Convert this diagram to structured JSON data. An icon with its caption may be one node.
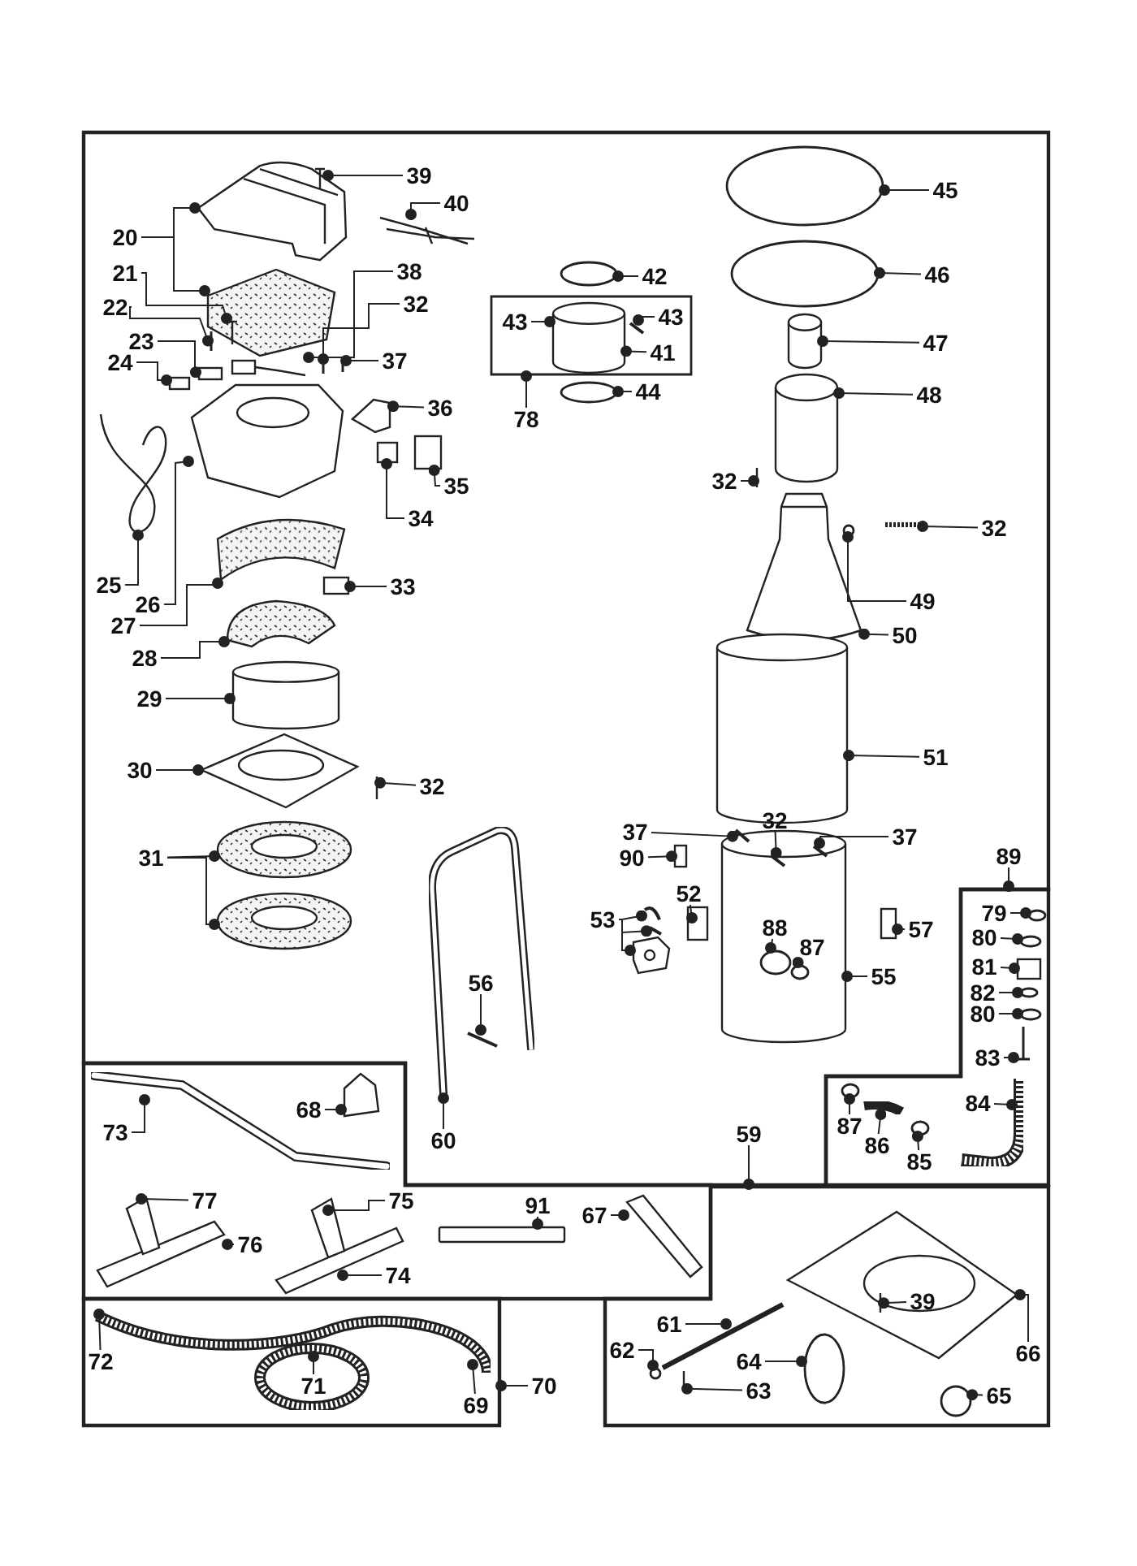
{
  "diagram": {
    "nodes": [
      {
        "text": [],
        "shape": "box"
      },
      {
        "text": [],
        "shape": "box",
        "in": 0
      },
      {
        "text": [],
        "shape": "box",
        "in": 0
      },
      {
        "text": [],
        "shape": "box"
      },
      {
        "text": [],
        "shape": "box"
      },
      {
        "text": [],
        "shape": "box"
      },
      {
        "text": [
          "39"
        ],
        "in": 0
      },
      {
        "text": [
          "40"
        ],
        "in": 0
      },
      {
        "text": [
          "20"
        ],
        "in": 0
      },
      {
        "text": [
          "21"
        ],
        "in": 0
      },
      {
        "text": [
          "38"
        ],
        "in": 0
      },
      {
        "text": [
          "22"
        ],
        "in": 0
      },
      {
        "text": [
          "32"
        ],
        "in": 0
      },
      {
        "text": [
          "23"
        ],
        "in": 0
      },
      {
        "text": [
          "37"
        ],
        "in": 0
      },
      {
        "text": [
          "24"
        ],
        "in": 0
      },
      {
        "text": [
          "36"
        ],
        "in": 0
      },
      {
        "text": [
          "35"
        ],
        "in": 0
      },
      {
        "text": [
          "34"
        ],
        "in": 0
      },
      {
        "text": [
          "25"
        ],
        "in": 0
      },
      {
        "text": [
          "33"
        ],
        "in": 0
      },
      {
        "text": [
          "26"
        ],
        "in": 0
      },
      {
        "text": [
          "27"
        ],
        "in": 0
      },
      {
        "text": [
          "28"
        ],
        "in": 0
      },
      {
        "text": [
          "29"
        ],
        "in": 0
      },
      {
        "text": [
          "30"
        ],
        "in": 0
      },
      {
        "text": [
          "32"
        ],
        "in": 0
      },
      {
        "text": [
          "31"
        ],
        "in": 0
      },
      {
        "text": [
          "56"
        ],
        "in": 110
      },
      {
        "text": [
          "60"
        ],
        "in": 0
      },
      {
        "text": [
          "42"
        ],
        "in": 0
      },
      {
        "text": [
          "43"
        ],
        "in": 1
      },
      {
        "text": [
          "43"
        ],
        "in": 1
      },
      {
        "text": [
          "41"
        ],
        "in": 1
      },
      {
        "text": [
          "44"
        ],
        "in": 0
      },
      {
        "text": [
          "78"
        ],
        "in": 0
      },
      {
        "text": [
          "45"
        ],
        "in": 0
      },
      {
        "text": [
          "46"
        ],
        "in": 0
      },
      {
        "text": [
          "47"
        ],
        "in": 0
      },
      {
        "text": [
          "48"
        ],
        "in": 0
      },
      {
        "text": [
          "32"
        ],
        "in": 0
      },
      {
        "text": [
          "32"
        ],
        "in": 0
      },
      {
        "text": [
          "49"
        ],
        "in": 0
      },
      {
        "text": [
          "50"
        ],
        "in": 0
      },
      {
        "text": [
          "51"
        ],
        "in": 0
      },
      {
        "text": [
          "37"
        ],
        "in": 0
      },
      {
        "text": [
          "32"
        ],
        "in": 0
      },
      {
        "text": [
          "37"
        ],
        "in": 0
      },
      {
        "text": [
          "90"
        ],
        "in": 0
      },
      {
        "text": [
          "89"
        ],
        "in": 0
      },
      {
        "text": [
          "52"
        ],
        "in": 0
      },
      {
        "text": [
          "53"
        ],
        "in": 0
      },
      {
        "text": [
          "57"
        ],
        "in": 0
      },
      {
        "text": [
          "88"
        ],
        "in": 125
      },
      {
        "text": [
          "87"
        ],
        "in": 125
      },
      {
        "text": [
          "55"
        ],
        "in": 0
      },
      {
        "text": [
          "59"
        ],
        "in": 0
      },
      {
        "text": [
          "79"
        ],
        "in": 2
      },
      {
        "text": [
          "80"
        ],
        "in": 2
      },
      {
        "text": [
          "81"
        ],
        "in": 2
      },
      {
        "text": [
          "82"
        ],
        "in": 2
      },
      {
        "text": [
          "80"
        ],
        "in": 2
      },
      {
        "text": [
          "83"
        ],
        "in": 2
      },
      {
        "text": [
          "84"
        ],
        "in": 143
      },
      {
        "text": [
          "87"
        ],
        "in": 2
      },
      {
        "text": [
          "86"
        ],
        "in": 2
      },
      {
        "text": [
          "85"
        ],
        "in": 2
      },
      {
        "text": [
          "73"
        ],
        "in": 147
      },
      {
        "text": [
          "68"
        ],
        "in": 147
      },
      {
        "text": [
          "77"
        ],
        "in": 3
      },
      {
        "text": [
          "75"
        ],
        "in": 3
      },
      {
        "text": [
          "91"
        ],
        "in": 3
      },
      {
        "text": [
          "67"
        ],
        "in": 3
      },
      {
        "text": [
          "76"
        ],
        "in": 3
      },
      {
        "text": [
          "74"
        ],
        "in": 3
      },
      {
        "text": [
          "72"
        ],
        "in": 4
      },
      {
        "text": [
          "71"
        ],
        "in": 153
      },
      {
        "text": [
          "69"
        ],
        "in": 4
      },
      {
        "text": [
          "70"
        ]
      },
      {
        "text": [
          "61"
        ],
        "in": 5
      },
      {
        "text": [
          "39"
        ],
        "in": 154
      },
      {
        "text": [
          "66"
        ],
        "in": 5
      },
      {
        "text": [
          "62"
        ],
        "in": 5
      },
      {
        "text": [
          "64"
        ],
        "in": 156
      },
      {
        "text": [
          "63"
        ],
        "in": 5
      },
      {
        "text": [
          "65"
        ],
        "in": 5
      },
      {
        "text": [],
        "shape": "picture",
        "in": 0
      },
      {
        "text": [],
        "shape": "picture",
        "in": 86
      },
      {
        "text": [],
        "shape": "picture",
        "in": 0
      },
      {
        "text": [],
        "shape": "picture",
        "in": 0
      },
      {
        "text": [],
        "shape": "picture",
        "in": 89
      },
      {
        "text": [],
        "shape": "picture",
        "in": 89
      },
      {
        "text": [],
        "shape": "box",
        "in": 0
      },
      {
        "text": [],
        "shape": "box",
        "in": 0
      },
      {
        "text": [],
        "shape": "picture",
        "in": 0
      },
      {
        "text": [],
        "shape": "picture",
        "in": 0
      },
      {
        "text": [],
        "shape": "picture",
        "in": 0
      },
      {
        "text": [],
        "shape": "picture",
        "in": 0
      },
      {
        "text": [],
        "shape": "box",
        "in": 0
      },
      {
        "text": [],
        "shape": "box",
        "in": 0
      },
      {
        "text": [],
        "shape": "picture",
        "in": 0
      },
      {
        "text": [],
        "shape": "picture",
        "in": 0
      },
      {
        "text": [],
        "shape": "picture",
        "in": 0
      },
      {
        "text": [],
        "shape": "box",
        "in": 0
      },
      {
        "text": [],
        "shape": "picture",
        "in": 0
      },
      {
        "text": [],
        "shape": "cylinder",
        "in": 0
      },
      {
        "text": [],
        "shape": "picture",
        "in": 0
      },
      {
        "text": [],
        "shape": "picture",
        "in": 0
      },
      {
        "text": [],
        "shape": "picture",
        "in": 0
      },
      {
        "text": [],
        "shape": "picture",
        "in": 0
      },
      {
        "text": [],
        "shape": "picture",
        "in": 0
      },
      {
        "text": [],
        "shape": "picture",
        "in": 110
      },
      {
        "text": [],
        "shape": "circle",
        "in": 0
      },
      {
        "text": [],
        "shape": "cylinder",
        "in": 1
      },
      {
        "text": [],
        "shape": "picture",
        "in": 1
      },
      {
        "text": [],
        "shape": "circle",
        "in": 0
      },
      {
        "text": [],
        "shape": "circle",
        "in": 0
      },
      {
        "text": [],
        "shape": "circle",
        "in": 0
      },
      {
        "text": [],
        "shape": "cylinder",
        "in": 0
      },
      {
        "text": [],
        "shape": "cylinder",
        "in": 0
      },
      {
        "text": [],
        "shape": "picture",
        "in": 0
      },
      {
        "text": [],
        "shape": "picture",
        "in": 0
      },
      {
        "text": [],
        "shape": "circle",
        "in": 123
      },
      {
        "text": [],
        "shape": "picture",
        "in": 0
      },
      {
        "text": [],
        "shape": "cylinder",
        "in": 0
      },
      {
        "text": [],
        "shape": "cylinder",
        "in": 0
      },
      {
        "text": [],
        "shape": "picture",
        "in": 0
      },
      {
        "text": [],
        "shape": "picture",
        "in": 125
      },
      {
        "text": [],
        "shape": "picture",
        "in": 125
      },
      {
        "text": [],
        "shape": "box",
        "in": 0
      },
      {
        "text": [],
        "shape": "box",
        "in": 0
      },
      {
        "text": [],
        "shape": "picture",
        "in": 0
      },
      {
        "text": [],
        "shape": "picture",
        "in": 0
      },
      {
        "text": [],
        "shape": "picture",
        "in": 0
      },
      {
        "text": [],
        "shape": "box",
        "in": 0
      },
      {
        "text": [],
        "shape": "circle",
        "in": 125
      },
      {
        "text": [],
        "shape": "circle",
        "in": 125
      },
      {
        "text": [],
        "shape": "circle",
        "in": 2
      },
      {
        "text": [],
        "shape": "circle",
        "in": 2
      },
      {
        "text": [],
        "shape": "box",
        "in": 2
      },
      {
        "text": [],
        "shape": "circle",
        "in": 2
      },
      {
        "text": [],
        "shape": "circle",
        "in": 2
      },
      {
        "text": [],
        "shape": "picture",
        "in": 2
      },
      {
        "text": [],
        "shape": "picture",
        "in": 2
      },
      {
        "text": [],
        "shape": "circle",
        "in": 2
      },
      {
        "text": [],
        "shape": "picture",
        "in": 2
      },
      {
        "text": [],
        "shape": "circle",
        "in": 2
      },
      {
        "text": [],
        "shape": "picture",
        "in": 3
      },
      {
        "text": [],
        "shape": "picture",
        "in": 147
      },
      {
        "text": [],
        "shape": "picture",
        "in": 3
      },
      {
        "text": [],
        "shape": "picture",
        "in": 3
      },
      {
        "text": [],
        "shape": "bar",
        "in": 3
      },
      {
        "text": [],
        "shape": "picture",
        "in": 3
      },
      {
        "text": [],
        "shape": "picture",
        "in": 4
      },
      {
        "text": [],
        "shape": "picture",
        "in": 5
      },
      {
        "text": [],
        "shape": "picture",
        "in": 154
      },
      {
        "text": [],
        "shape": "picture",
        "in": 5
      },
      {
        "text": [],
        "shape": "circle",
        "in": 5
      },
      {
        "text": [],
        "shape": "picture",
        "in": 5
      },
      {
        "text": [],
        "shape": "circle",
        "in": 5
      },
      {
        "text": [],
        "shape": "circle",
        "in": 5
      }
    ],
    "edges": [
      {
        "from": 6,
        "to": 87,
        "arrow": "other"
      },
      {
        "from": 7,
        "to": 88,
        "arrow": "other"
      },
      {
        "from": 8,
        "to": 86,
        "arrow": "other"
      },
      {
        "from": 8,
        "to": 89,
        "arrow": "other"
      },
      {
        "from": 9,
        "to": 91,
        "arrow": "other"
      },
      {
        "from": 10,
        "to": 94,
        "arrow": "other"
      },
      {
        "from": 11,
        "to": 90,
        "arrow": "other"
      },
      {
        "from": 12,
        "to": 95,
        "arrow": "other"
      },
      {
        "from": 13,
        "to": 92,
        "arrow": "other"
      },
      {
        "from": 14,
        "to": 96,
        "arrow": "other"
      },
      {
        "from": 15,
        "to": 93,
        "arrow": "other"
      },
      {
        "from": 16,
        "to": 97,
        "arrow": "other"
      },
      {
        "from": 17,
        "to": 99,
        "arrow": "other"
      },
      {
        "from": 18,
        "to": 98,
        "arrow": "other"
      },
      {
        "from": 19,
        "to": 100,
        "arrow": "other"
      },
      {
        "from": 20,
        "to": 103,
        "arrow": "other"
      },
      {
        "from": 21,
        "to": 101,
        "arrow": "other"
      },
      {
        "from": 22,
        "to": 102,
        "arrow": "other"
      },
      {
        "from": 23,
        "to": 104,
        "arrow": "other"
      },
      {
        "from": 24,
        "to": 105,
        "arrow": "other"
      },
      {
        "from": 25,
        "to": 106,
        "arrow": "other"
      },
      {
        "from": 26,
        "to": 107,
        "arrow": "other"
      },
      {
        "from": 27,
        "to": 108,
        "arrow": "other"
      },
      {
        "from": 27,
        "to": 109,
        "arrow": "other"
      },
      {
        "from": 28,
        "to": 111,
        "arrow": "other"
      },
      {
        "from": 29,
        "to": 110,
        "arrow": "other"
      },
      {
        "from": 30,
        "to": 112,
        "arrow": "other"
      },
      {
        "from": 31,
        "to": 113,
        "arrow": "other"
      },
      {
        "from": 32,
        "to": 114,
        "arrow": "other"
      },
      {
        "from": 33,
        "to": 113,
        "arrow": "other"
      },
      {
        "from": 34,
        "to": 115,
        "arrow": "other"
      },
      {
        "from": 35,
        "to": 1,
        "arrow": "other"
      },
      {
        "from": 36,
        "to": 116,
        "arrow": "other"
      },
      {
        "from": 37,
        "to": 117,
        "arrow": "other"
      },
      {
        "from": 38,
        "to": 118,
        "arrow": "other"
      },
      {
        "from": 39,
        "to": 119,
        "arrow": "other"
      },
      {
        "from": 40,
        "to": 120,
        "arrow": "other"
      },
      {
        "from": 41,
        "to": 121,
        "arrow": "other"
      },
      {
        "from": 42,
        "to": 122,
        "arrow": "other"
      },
      {
        "from": 43,
        "to": 123,
        "arrow": "other"
      },
      {
        "from": 44,
        "to": 124,
        "arrow": "other"
      },
      {
        "from": 45,
        "to": 126,
        "arrow": "other"
      },
      {
        "from": 46,
        "to": 127,
        "arrow": "other"
      },
      {
        "from": 47,
        "to": 128,
        "arrow": "other"
      },
      {
        "from": 48,
        "to": 129,
        "arrow": "other"
      },
      {
        "from": 49,
        "to": 2,
        "arrow": "other"
      },
      {
        "from": 50,
        "to": 130,
        "arrow": "other"
      },
      {
        "from": 51,
        "to": 131,
        "arrow": "other"
      },
      {
        "from": 51,
        "to": 132,
        "arrow": "other"
      },
      {
        "from": 51,
        "to": 133,
        "arrow": "other"
      },
      {
        "from": 52,
        "to": 134,
        "arrow": "other"
      },
      {
        "from": 53,
        "to": 135,
        "arrow": "other"
      },
      {
        "from": 54,
        "to": 136,
        "arrow": "other"
      },
      {
        "from": 55,
        "to": 125,
        "arrow": "other"
      },
      {
        "from": 56,
        "to": 0,
        "arrow": "other"
      },
      {
        "from": 57,
        "to": 137,
        "arrow": "other"
      },
      {
        "from": 58,
        "to": 138,
        "arrow": "other"
      },
      {
        "from": 59,
        "to": 139,
        "arrow": "other"
      },
      {
        "from": 60,
        "to": 140,
        "arrow": "other"
      },
      {
        "from": 61,
        "to": 141,
        "arrow": "other"
      },
      {
        "from": 62,
        "to": 142,
        "arrow": "other"
      },
      {
        "from": 63,
        "to": 143,
        "arrow": "other"
      },
      {
        "from": 64,
        "to": 144,
        "arrow": "other"
      },
      {
        "from": 65,
        "to": 145,
        "arrow": "other"
      },
      {
        "from": 66,
        "to": 146,
        "arrow": "other"
      },
      {
        "from": 67,
        "to": 147,
        "arrow": "other"
      },
      {
        "from": 68,
        "to": 148,
        "arrow": "other"
      },
      {
        "from": 69,
        "to": 149,
        "arrow": "other"
      },
      {
        "from": 70,
        "to": 150,
        "arrow": "other"
      },
      {
        "from": 71,
        "to": 151,
        "arrow": "other"
      },
      {
        "from": 72,
        "to": 152,
        "arrow": "other"
      },
      {
        "from": 73,
        "to": 149,
        "arrow": "other"
      },
      {
        "from": 74,
        "to": 150,
        "arrow": "other"
      },
      {
        "from": 75,
        "to": 153,
        "arrow": "other"
      },
      {
        "from": 76,
        "to": 153,
        "arrow": "other"
      },
      {
        "from": 77,
        "to": 153,
        "arrow": "other"
      },
      {
        "from": 78,
        "to": 4,
        "arrow": "other"
      },
      {
        "from": 79,
        "to": 156,
        "arrow": "other"
      },
      {
        "from": 80,
        "to": 155,
        "arrow": "other"
      },
      {
        "from": 81,
        "to": 154,
        "arrow": "other"
      },
      {
        "from": 82,
        "to": 157,
        "arrow": "other"
      },
      {
        "from": 83,
        "to": 159,
        "arrow": "other"
      },
      {
        "from": 84,
        "to": 158,
        "arrow": "other"
      },
      {
        "from": 85,
        "to": 160,
        "arrow": "other"
      }
    ]
  }
}
